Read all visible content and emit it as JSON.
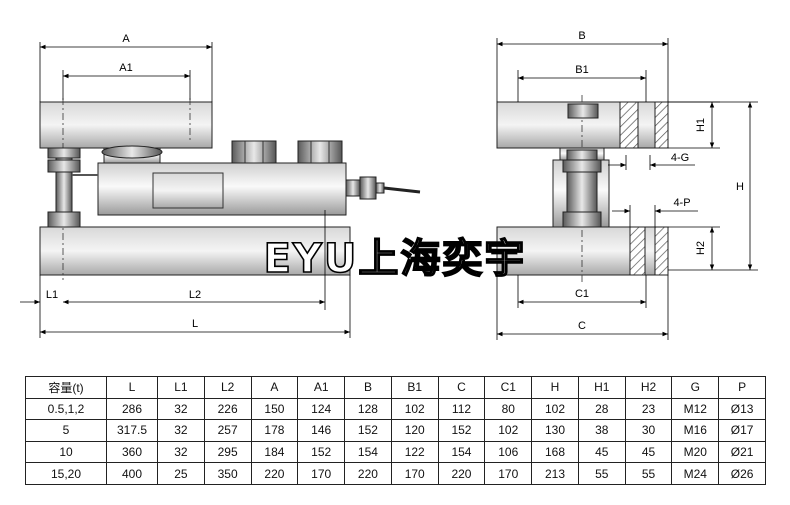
{
  "watermark": "EYU上海奕宇",
  "front_view": {
    "labels": {
      "A": "A",
      "A1": "A1",
      "L1": "L1",
      "L2": "L2",
      "L": "L"
    }
  },
  "side_view": {
    "labels": {
      "B": "B",
      "B1": "B1",
      "H1": "H1",
      "H": "H",
      "G": "4-G",
      "P": "4-P",
      "H2": "H2",
      "C1": "C1",
      "C": "C"
    }
  },
  "spec_table": {
    "headers": [
      "容量(t)",
      "L",
      "L1",
      "L2",
      "A",
      "A1",
      "B",
      "B1",
      "C",
      "C1",
      "H",
      "H1",
      "H2",
      "G",
      "P"
    ],
    "rows": [
      [
        "0.5,1,2",
        "286",
        "32",
        "226",
        "150",
        "124",
        "128",
        "102",
        "112",
        "80",
        "102",
        "28",
        "23",
        "M12",
        "Ø13"
      ],
      [
        "5",
        "317.5",
        "32",
        "257",
        "178",
        "146",
        "152",
        "120",
        "152",
        "102",
        "130",
        "38",
        "30",
        "M16",
        "Ø17"
      ],
      [
        "10",
        "360",
        "32",
        "295",
        "184",
        "152",
        "154",
        "122",
        "154",
        "106",
        "168",
        "45",
        "45",
        "M20",
        "Ø21"
      ],
      [
        "15,20",
        "400",
        "25",
        "350",
        "220",
        "170",
        "220",
        "170",
        "220",
        "170",
        "213",
        "55",
        "55",
        "M24",
        "Ø26"
      ]
    ]
  }
}
